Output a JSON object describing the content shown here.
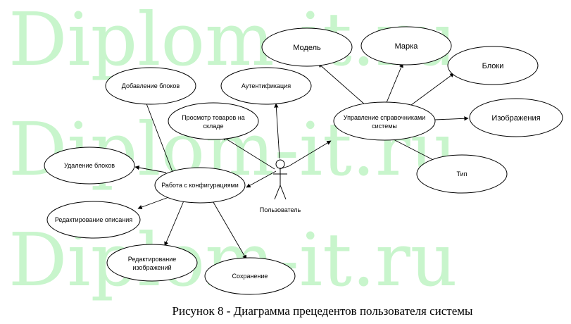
{
  "watermark": {
    "text": "Diplom-it.ru",
    "color": "#c8f5cc"
  },
  "actor": {
    "label": "Пользователь"
  },
  "use_cases": {
    "model": "Модель",
    "brand": "Марка",
    "blocks": "Блоки",
    "images": "Изображения",
    "type": "Тип",
    "auth": "Аутентификация",
    "add_blocks": "Добавление блоков",
    "view_goods_line1": "Просмотр товаров  на",
    "view_goods_line2": "складе",
    "manage_refs_line1": "Управление справочниками",
    "manage_refs_line2": "системы",
    "delete_blocks": "Удаление блоков",
    "work_config": "Работа с конфигурациями",
    "edit_desc": "Редактирование описания",
    "edit_images_line1": "Редактирование",
    "edit_images_line2": "изображений",
    "save": "Сохранение"
  },
  "caption": "Рисунок 8 - Диаграмма прецедентов пользователя системы"
}
